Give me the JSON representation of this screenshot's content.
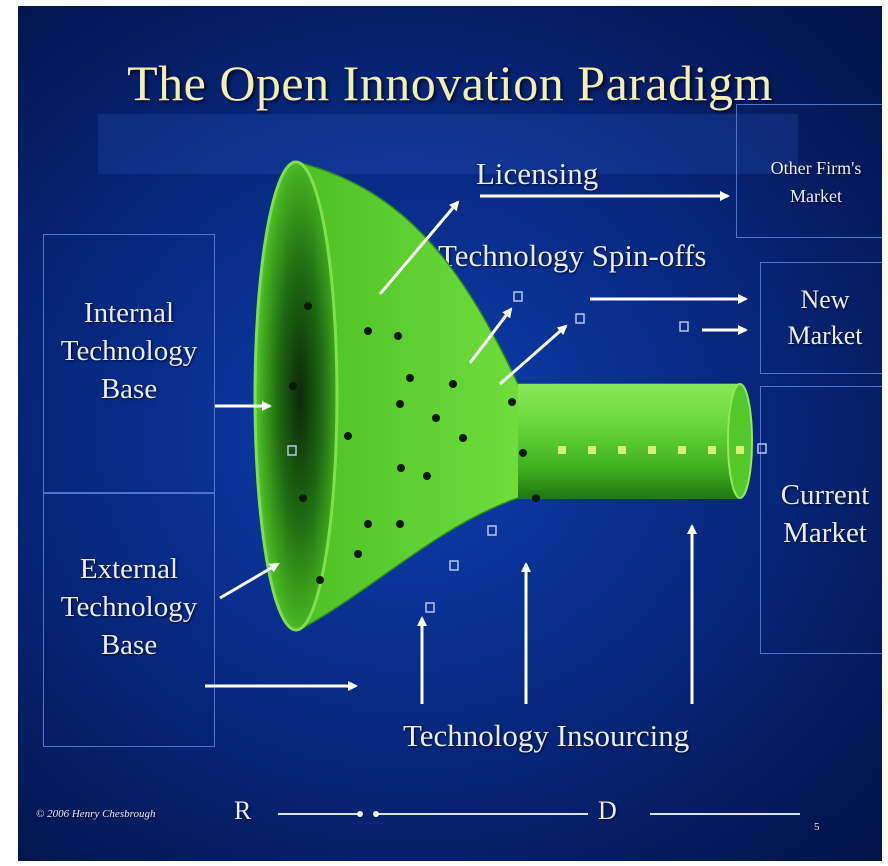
{
  "title": "The Open Innovation Paradigm",
  "sources": {
    "internal": [
      "Internal",
      "Technology",
      "Base"
    ],
    "external": [
      "External",
      "Technology",
      "Base"
    ]
  },
  "markets": {
    "other": [
      "Other Firm's",
      "Market"
    ],
    "new": [
      "New",
      "Market"
    ],
    "current": [
      "Current",
      "Market"
    ]
  },
  "flows": {
    "licensing": "Licensing",
    "spinoffs": "Technology Spin-offs",
    "insourcing": "Technology Insourcing"
  },
  "footer": {
    "copyright": "© 2006 Henry Chesbrough",
    "r": "R",
    "d": "D",
    "page": "5"
  },
  "colors": {
    "background": "#082a84",
    "funnel": "#5ed02c",
    "title": "#f3efb0",
    "arrow": "#ffffff",
    "box_border": "#4f74cc"
  }
}
